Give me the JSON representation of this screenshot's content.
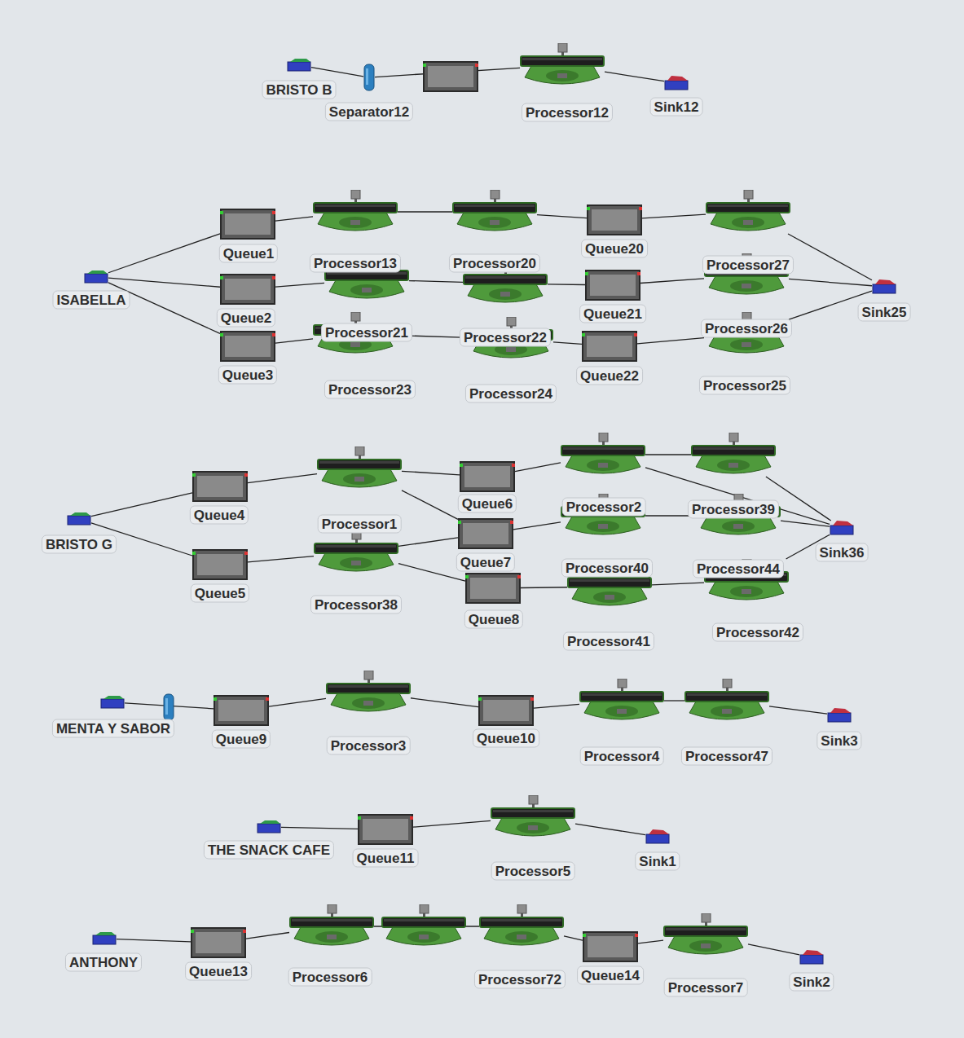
{
  "diagram": {
    "nodes": [
      {
        "text": [
          "BRISTO B"
        ]
      },
      {
        "text": [
          "Separator12"
        ]
      },
      {
        "text": [
          "Processor12"
        ]
      },
      {
        "text": [
          "Sink12"
        ]
      },
      {
        "text": [
          "ISABELLA"
        ]
      },
      {
        "text": [
          "Queue1"
        ]
      },
      {
        "text": [
          "Processor13"
        ]
      },
      {
        "text": [
          "Processor20"
        ]
      },
      {
        "text": [
          "Queue20"
        ]
      },
      {
        "text": [
          "Processor27"
        ]
      },
      {
        "text": [
          "Queue2"
        ]
      },
      {
        "text": [
          "Processor21"
        ]
      },
      {
        "text": [
          "Processor22"
        ]
      },
      {
        "text": [
          "Queue21"
        ]
      },
      {
        "text": [
          "Processor26"
        ]
      },
      {
        "text": [
          "Queue3"
        ]
      },
      {
        "text": [
          "Processor23"
        ]
      },
      {
        "text": [
          "Processor24"
        ]
      },
      {
        "text": [
          "Queue22"
        ]
      },
      {
        "text": [
          "Processor25"
        ]
      },
      {
        "text": [
          "Sink25"
        ]
      },
      {
        "text": [
          "BRISTO G"
        ]
      },
      {
        "text": [
          "Queue4"
        ]
      },
      {
        "text": [
          "Queue5"
        ]
      },
      {
        "text": [
          "Processor1"
        ]
      },
      {
        "text": [
          "Processor38"
        ]
      },
      {
        "text": [
          "Queue6"
        ]
      },
      {
        "text": [
          "Queue7"
        ]
      },
      {
        "text": [
          "Queue8"
        ]
      },
      {
        "text": [
          "Processor2"
        ]
      },
      {
        "text": [
          "Processor40"
        ]
      },
      {
        "text": [
          "Processor41"
        ]
      },
      {
        "text": [
          "Processor39"
        ]
      },
      {
        "text": [
          "Processor44"
        ]
      },
      {
        "text": [
          "Processor42"
        ]
      },
      {
        "text": [
          "Sink36"
        ]
      },
      {
        "text": [
          "MENTA Y SABOR"
        ]
      },
      {
        "text": [
          "Queue9"
        ]
      },
      {
        "text": [
          "Processor3"
        ]
      },
      {
        "text": [
          "Queue10"
        ]
      },
      {
        "text": [
          "Processor4"
        ]
      },
      {
        "text": [
          "Processor47"
        ]
      },
      {
        "text": [
          "Sink3"
        ]
      },
      {
        "text": [
          "THE SNACK CAFE"
        ]
      },
      {
        "text": [
          "Queue11"
        ]
      },
      {
        "text": [
          "Processor5"
        ]
      },
      {
        "text": [
          "Sink1"
        ]
      },
      {
        "text": [
          "ANTHONY"
        ]
      },
      {
        "text": [
          "Queue13"
        ]
      },
      {
        "text": [
          "Processor6"
        ]
      },
      {
        "text": [
          "Processor72"
        ]
      },
      {
        "text": [
          "Queue14"
        ]
      },
      {
        "text": [
          "Processor7"
        ]
      },
      {
        "text": [
          "Sink2"
        ]
      }
    ],
    "edges": [
      {
        "from": 0,
        "to": 1,
        "arrow": "none"
      },
      {
        "from": 1,
        "to": 2,
        "arrow": "none"
      },
      {
        "from": 2,
        "to": 3,
        "arrow": "none"
      },
      {
        "from": 4,
        "to": 5,
        "arrow": "none"
      },
      {
        "from": 4,
        "to": 10,
        "arrow": "none"
      },
      {
        "from": 4,
        "to": 15,
        "arrow": "none"
      },
      {
        "from": 5,
        "to": 6,
        "arrow": "none"
      },
      {
        "from": 6,
        "to": 7,
        "arrow": "none"
      },
      {
        "from": 7,
        "to": 8,
        "arrow": "none"
      },
      {
        "from": 8,
        "to": 9,
        "arrow": "none"
      },
      {
        "from": 9,
        "to": 20,
        "arrow": "none"
      },
      {
        "from": 10,
        "to": 11,
        "arrow": "none"
      },
      {
        "from": 11,
        "to": 12,
        "arrow": "none"
      },
      {
        "from": 12,
        "to": 13,
        "arrow": "none"
      },
      {
        "from": 13,
        "to": 14,
        "arrow": "none"
      },
      {
        "from": 14,
        "to": 20,
        "arrow": "none"
      },
      {
        "from": 15,
        "to": 16,
        "arrow": "none"
      },
      {
        "from": 16,
        "to": 17,
        "arrow": "none"
      },
      {
        "from": 17,
        "to": 18,
        "arrow": "none"
      },
      {
        "from": 18,
        "to": 19,
        "arrow": "none"
      },
      {
        "from": 19,
        "to": 20,
        "arrow": "none"
      },
      {
        "from": 21,
        "to": 22,
        "arrow": "none"
      },
      {
        "from": 21,
        "to": 23,
        "arrow": "none"
      },
      {
        "from": 22,
        "to": 24,
        "arrow": "none"
      },
      {
        "from": 23,
        "to": 25,
        "arrow": "none"
      },
      {
        "from": 24,
        "to": 26,
        "arrow": "none"
      },
      {
        "from": 24,
        "to": 27,
        "arrow": "none"
      },
      {
        "from": 25,
        "to": 27,
        "arrow": "none"
      },
      {
        "from": 25,
        "to": 28,
        "arrow": "none"
      },
      {
        "from": 26,
        "to": 29,
        "arrow": "none"
      },
      {
        "from": 27,
        "to": 30,
        "arrow": "none"
      },
      {
        "from": 28,
        "to": 31,
        "arrow": "none"
      },
      {
        "from": 29,
        "to": 32,
        "arrow": "none"
      },
      {
        "from": 30,
        "to": 33,
        "arrow": "none"
      },
      {
        "from": 31,
        "to": 34,
        "arrow": "none"
      },
      {
        "from": 29,
        "to": 35,
        "arrow": "none"
      },
      {
        "from": 32,
        "to": 35,
        "arrow": "none"
      },
      {
        "from": 33,
        "to": 35,
        "arrow": "none"
      },
      {
        "from": 34,
        "to": 35,
        "arrow": "none"
      },
      {
        "from": 36,
        "to": 37,
        "arrow": "none"
      },
      {
        "from": 37,
        "to": 38,
        "arrow": "none"
      },
      {
        "from": 38,
        "to": 39,
        "arrow": "none"
      },
      {
        "from": 39,
        "to": 40,
        "arrow": "none"
      },
      {
        "from": 40,
        "to": 41,
        "arrow": "none"
      },
      {
        "from": 41,
        "to": 42,
        "arrow": "none"
      },
      {
        "from": 43,
        "to": 44,
        "arrow": "none"
      },
      {
        "from": 44,
        "to": 45,
        "arrow": "none"
      },
      {
        "from": 45,
        "to": 46,
        "arrow": "none"
      },
      {
        "from": 47,
        "to": 48,
        "arrow": "none"
      },
      {
        "from": 48,
        "to": 49,
        "arrow": "none"
      },
      {
        "from": 49,
        "to": 50,
        "arrow": "none"
      },
      {
        "from": 50,
        "to": 51,
        "arrow": "none"
      },
      {
        "from": 51,
        "to": 52,
        "arrow": "none"
      },
      {
        "from": 52,
        "to": 53,
        "arrow": "none"
      }
    ]
  }
}
